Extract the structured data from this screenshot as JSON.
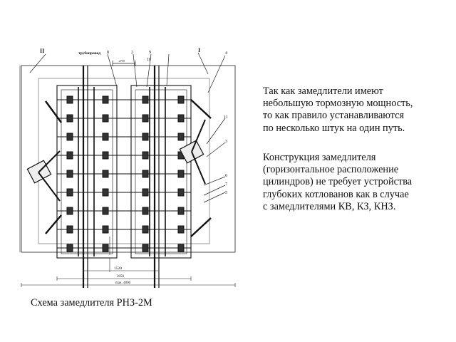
{
  "drawing": {
    "labels": {
      "section_left": "II",
      "section_right": "I",
      "pipeline": "трубопровод",
      "dim_top": "2750",
      "dim_gauge": "1520",
      "dim_2050": "2050",
      "dim_max": "max. 4000",
      "num_8": "8",
      "num_2": "2",
      "num_9": "9",
      "num_10": "10",
      "num_4": "4",
      "num_11": "11",
      "num_3": "3",
      "num_6": "6",
      "num_7": "7",
      "num_5": "5"
    }
  },
  "text": {
    "p1": [
      "Так как замедлители имеют",
      "небольшую тормозную мощность,",
      "то как правило устанавливаются",
      "по несколько штук на один путь."
    ],
    "p2": [
      "Конструкция замедлителя",
      "(горизонтальное расположение",
      "цилиндров) не требует устройства",
      "глубоких котлованов как в случае",
      "с замедлителями КВ, КЗ, КНЗ."
    ],
    "caption": "Схема замедлителя РНЗ-2М"
  }
}
